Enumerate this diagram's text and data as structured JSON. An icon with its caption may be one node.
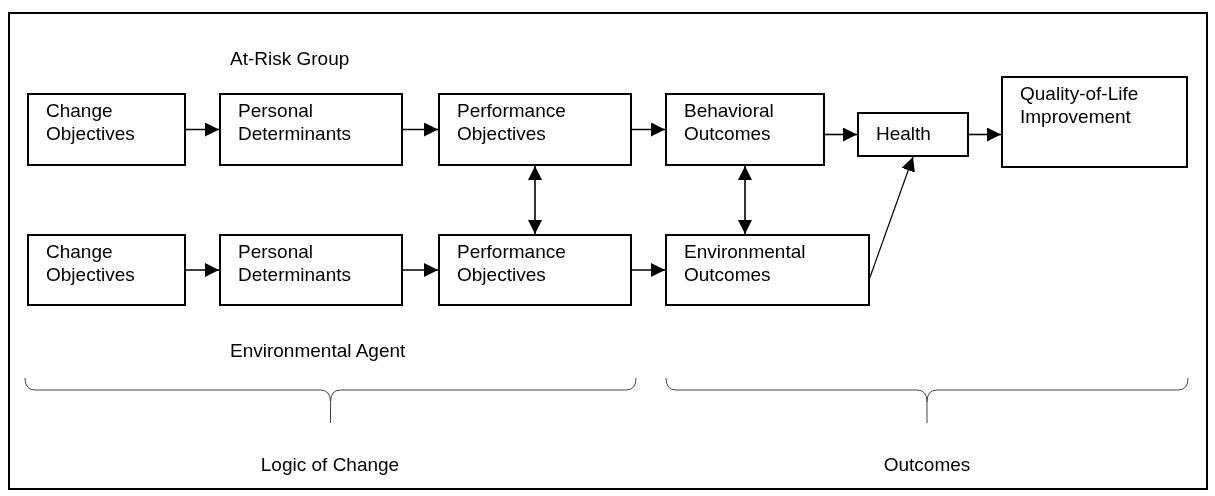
{
  "diagram": {
    "nodes": [
      {
        "text": [
          "Change Objectives"
        ]
      },
      {
        "text": [
          "Personal Determinants"
        ]
      },
      {
        "text": [
          "Performance Objectives"
        ]
      },
      {
        "text": [
          "Behavioral Outcomes"
        ]
      },
      {
        "text": [
          "Health"
        ]
      },
      {
        "text": [
          "Quality-of-Life Improvement"
        ]
      },
      {
        "text": [
          "Change Objectives"
        ]
      },
      {
        "text": [
          "Personal Determinants"
        ]
      },
      {
        "text": [
          "Performance Objectives"
        ]
      },
      {
        "text": [
          "Environmental Outcomes"
        ]
      }
    ],
    "edges": [
      {
        "from": 0,
        "to": 1,
        "arrow": "to"
      },
      {
        "from": 1,
        "to": 2,
        "arrow": "to"
      },
      {
        "from": 2,
        "to": 3,
        "arrow": "to"
      },
      {
        "from": 3,
        "to": 4,
        "arrow": "to"
      },
      {
        "from": 4,
        "to": 5,
        "arrow": "to"
      },
      {
        "from": 2,
        "to": 8,
        "arrow": "both"
      },
      {
        "from": 3,
        "to": 9,
        "arrow": "both"
      },
      {
        "from": 6,
        "to": 7,
        "arrow": "to"
      },
      {
        "from": 7,
        "to": 8,
        "arrow": "to"
      },
      {
        "from": 8,
        "to": 9,
        "arrow": "to"
      },
      {
        "from": 9,
        "to": 4,
        "arrow": "to"
      }
    ],
    "labels": [
      "At-Risk Group",
      "Environmental Agent",
      "Logic of Change",
      "Outcomes"
    ]
  }
}
